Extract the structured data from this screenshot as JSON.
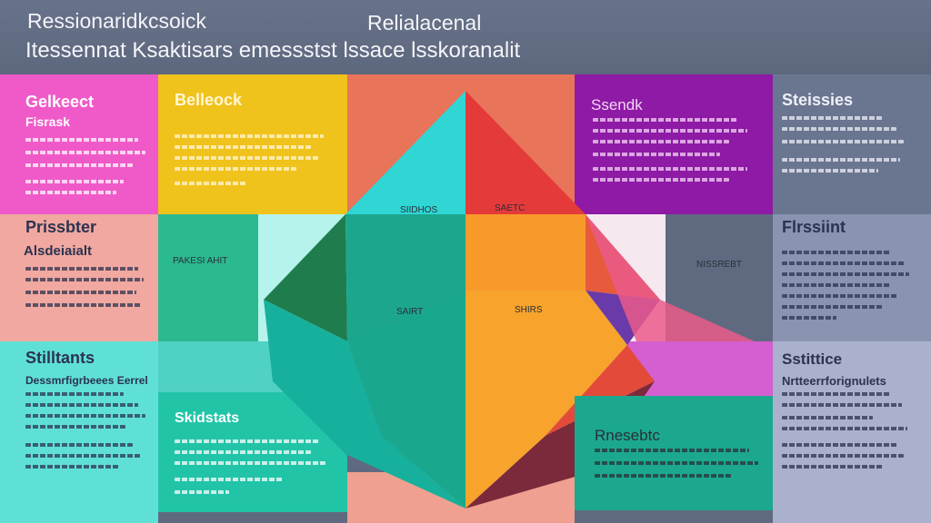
{
  "header": {
    "title_line1_left": "Ressionaridkcsoick",
    "title_line1_right": "Relialacenal",
    "title_line2": "Itessennat Ksaktisars emessstst lssace lsskoranalit"
  },
  "panels": {
    "top_left": {
      "title": "Gelkeect",
      "subtitle": "Fisrask"
    },
    "top_yellow": {
      "title": "Belleock"
    },
    "top_purple": {
      "title": "Ssendk"
    },
    "top_right": {
      "title": "Steissies"
    },
    "mid_left": {
      "title": "Prissbter",
      "subtitle": "Alsdeiaialt"
    },
    "mid_green": {
      "label": "PAKESI AHIT"
    },
    "mid_right": {
      "title": "Flrssiint"
    },
    "low_left": {
      "title": "Stilltants",
      "subtitle": "Dessmrfigrbeees Eerrel"
    },
    "low_teal": {
      "title": "Skidstats"
    },
    "low_right": {
      "title": "Sstittice",
      "subtitle": "Nrtteerrforignulets"
    },
    "bottom_mid": {
      "title": "Rnesebtc"
    }
  },
  "diagram_labels": {
    "cyan": "SIIDHOS",
    "red": "SAETC",
    "center": "SAIRT",
    "orange": "SHIRS",
    "pink": "NISSREBT"
  },
  "colors": {
    "header": "#5f6a80",
    "magenta": "#f05ac8",
    "yellow": "#f0c21c",
    "purple": "#8e1aa6",
    "cyan": "#2fd6d4",
    "red": "#e43a3a",
    "orange": "#f5a12b",
    "green": "#1f7d4d",
    "teal": "#1fbfa8"
  }
}
